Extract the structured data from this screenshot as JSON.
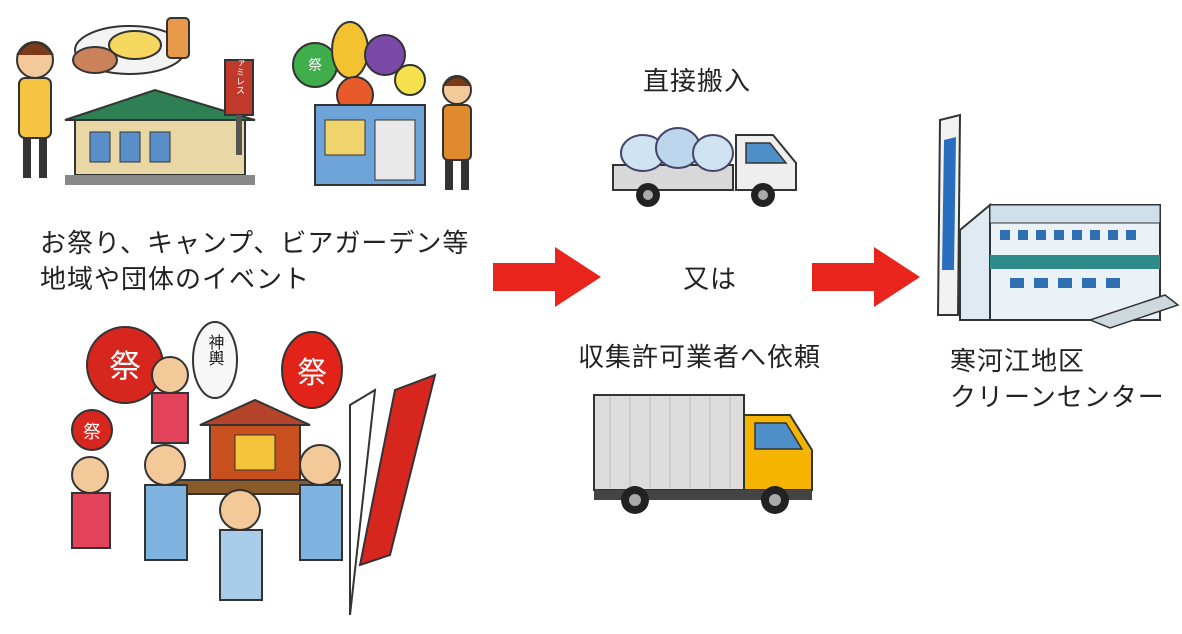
{
  "source": {
    "lines": [
      "お祭り、キャンプ、ビアガーデン等",
      "地域や団体のイベント"
    ]
  },
  "transport": {
    "direct": "直接搬入",
    "or": "又は",
    "contractor": "収集許可業者へ依頼"
  },
  "destination": {
    "lines": [
      "寒河江地区",
      "クリーンセンター"
    ]
  },
  "signs": {
    "famires": "ファミレス",
    "fruit_sign": "祭",
    "mikoshi": "神輿",
    "lantern": "祭",
    "fan": "祭",
    "fan_small": "祭"
  },
  "colors": {
    "arrow": "#e8241c",
    "truck_cab": "#f5b400",
    "building": "#2f8a8a"
  }
}
